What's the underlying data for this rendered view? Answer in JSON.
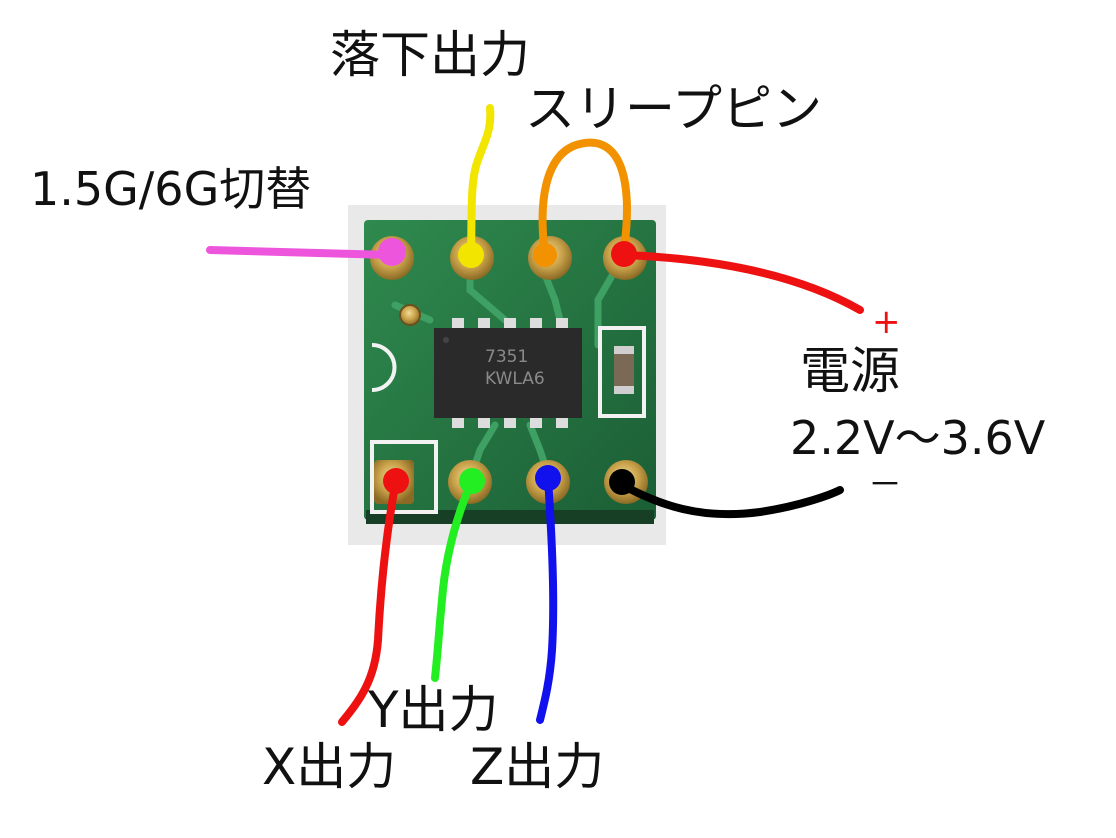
{
  "labels": {
    "drop_output": "落下出力",
    "sleep_pin": "スリープピン",
    "range_switch": "1.5G/6G切替",
    "power_plus": "+",
    "power": "電源",
    "power_voltage": "2.2V～3.6V",
    "power_minus": "－",
    "x_output": "X出力",
    "y_output": "Y出力",
    "z_output": "Z出力"
  },
  "chip": {
    "marking_line1": "7351",
    "marking_line2": "KWLA6"
  },
  "colors": {
    "range_switch_wire": "#ee55dd",
    "drop_output_wire": "#f2e600",
    "sleep_pin_wire": "#f39200",
    "power_plus_wire": "#ee1111",
    "power_plus_sign": "#ee1111",
    "power_minus_wire": "#000000",
    "x_output_wire": "#ee1111",
    "y_output_wire": "#22ee22",
    "z_output_wire": "#1111ee",
    "pcb": "#1f6e3c",
    "pad": "#c9a24a"
  }
}
